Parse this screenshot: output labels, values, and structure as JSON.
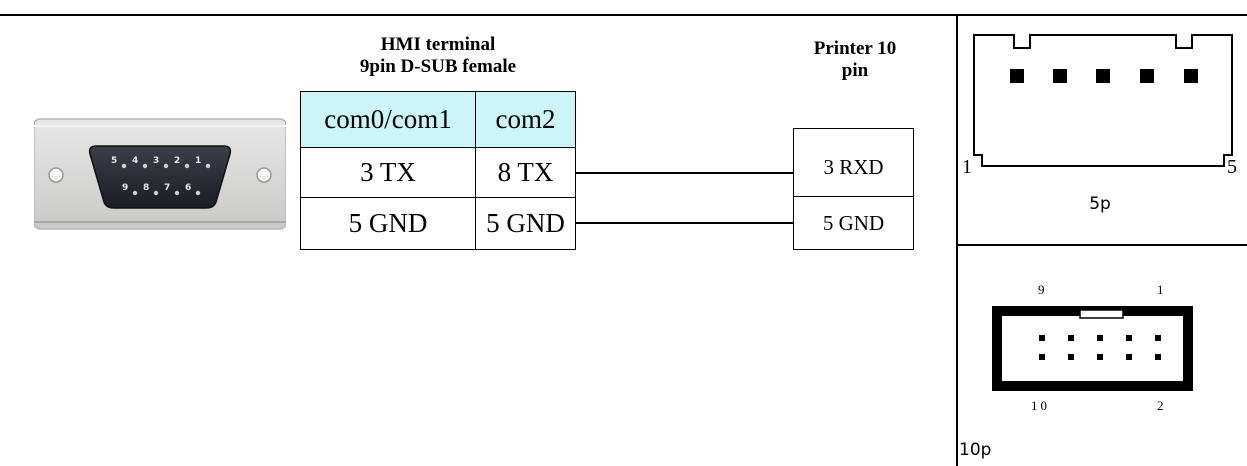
{
  "hmi": {
    "title_line1": "HMI terminal",
    "title_line2": "9pin D-SUB female",
    "headers": [
      "com0/com1",
      "com2"
    ],
    "rows": [
      [
        "3 TX",
        "8 TX"
      ],
      [
        "5 GND",
        "5 GND"
      ]
    ]
  },
  "printer": {
    "title_line1": "Printer 10",
    "title_line2": "pin",
    "pins": [
      "3 RXD",
      "5 GND"
    ]
  },
  "connector_5p": {
    "left_number": "1",
    "right_number": "5",
    "caption": "5p"
  },
  "connector_10p": {
    "top_left_number": "9",
    "top_right_number": "1",
    "bottom_left_number": "10",
    "bottom_right_number": "2",
    "caption": "10p"
  },
  "dsub_pin_labels": {
    "top_row": [
      "5",
      "4",
      "3",
      "2",
      "1"
    ],
    "bottom_row": [
      "9",
      "8",
      "7",
      "6"
    ]
  },
  "colors": {
    "header_fill": "#ccf5fa",
    "line": "#000000"
  }
}
